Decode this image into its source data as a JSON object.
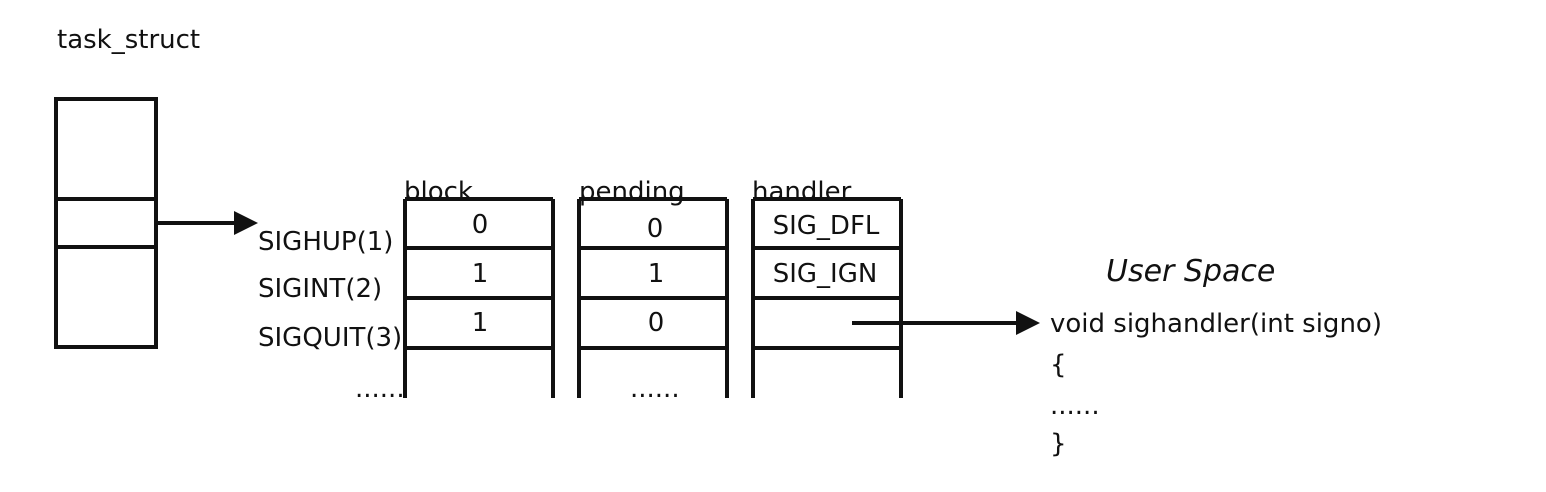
{
  "task_struct": {
    "label": "task_struct"
  },
  "signals": [
    "SIGHUP(1)",
    "SIGINT(2)",
    "SIGQUIT(3)",
    "......"
  ],
  "tables": {
    "block": {
      "header": "block",
      "values": [
        "0",
        "1",
        "1"
      ],
      "more": "......"
    },
    "pending": {
      "header": "pending",
      "values": [
        "0",
        "1",
        "0"
      ],
      "more": "......"
    },
    "handler": {
      "header": "handler",
      "values": [
        "SIG_DFL",
        "SIG_IGN",
        ""
      ]
    }
  },
  "user_space": {
    "title": "User Space",
    "code": [
      "void sighandler(int signo)",
      "{",
      "......",
      "}"
    ]
  }
}
